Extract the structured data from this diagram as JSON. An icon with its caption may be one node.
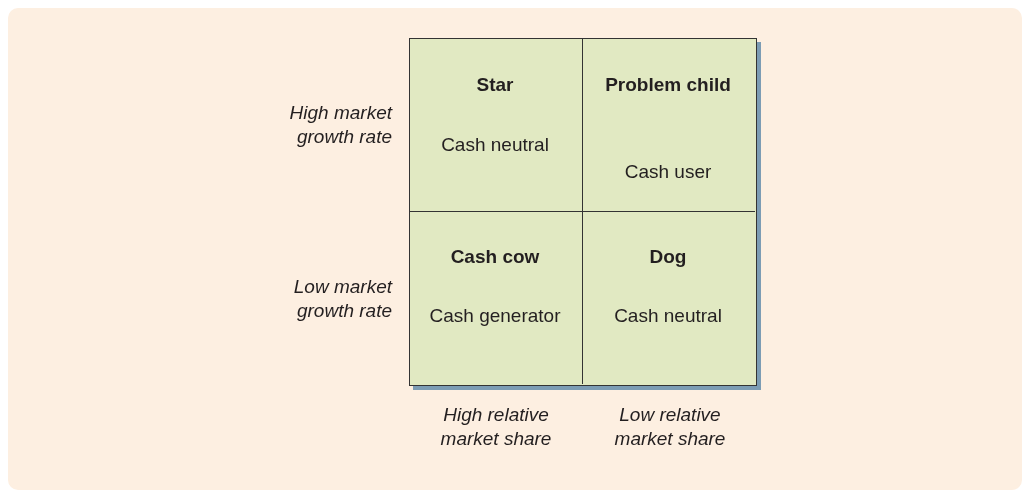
{
  "diagram": {
    "nodes": [
      {
        "text": [
          "Star",
          "Cash neutral"
        ]
      },
      {
        "text": [
          "Problem child",
          "Cash user"
        ]
      },
      {
        "text": [
          "Cash cow",
          "Cash generator"
        ]
      },
      {
        "text": [
          "Dog",
          "Cash neutral"
        ]
      }
    ],
    "labels": [
      "High market growth rate",
      "Low market growth rate",
      "High relative market share",
      "Low relative market share"
    ]
  }
}
